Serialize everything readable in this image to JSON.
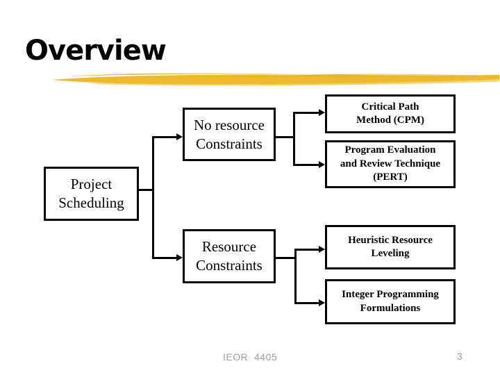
{
  "slide": {
    "title": "Overview",
    "footer": {
      "course": "IEOR  4405",
      "page_number": "3"
    },
    "colors": {
      "text": "#000000",
      "footer_gray": "#9c9c9c",
      "brush_main": "#ecb92f",
      "brush_highlight": "#f5d35f",
      "brush_dark": "#d9a01c"
    },
    "diagram": {
      "root": {
        "label": "Project Scheduling",
        "lines": [
          "Project",
          "Scheduling"
        ]
      },
      "branches": [
        {
          "label": "No resource Constraints",
          "lines": [
            "No resource",
            "Constraints"
          ]
        },
        {
          "label": "Resource Constraints",
          "lines": [
            "Resource",
            "Constraints"
          ]
        }
      ],
      "leaves": [
        {
          "label": "Critical Path Method (CPM)",
          "lines": [
            "Critical Path",
            "Method (CPM)"
          ]
        },
        {
          "label": "Program Evaluation and Review Technique (PERT)",
          "lines": [
            "Program Evaluation",
            "and Review Technique",
            "(PERT)"
          ]
        },
        {
          "label": "Heuristic Resource Leveling",
          "lines": [
            "Heuristic Resource",
            "Leveling"
          ]
        },
        {
          "label": "Integer Programming Formulations",
          "lines": [
            "Integer Programming",
            "Formulations"
          ]
        }
      ]
    }
  }
}
